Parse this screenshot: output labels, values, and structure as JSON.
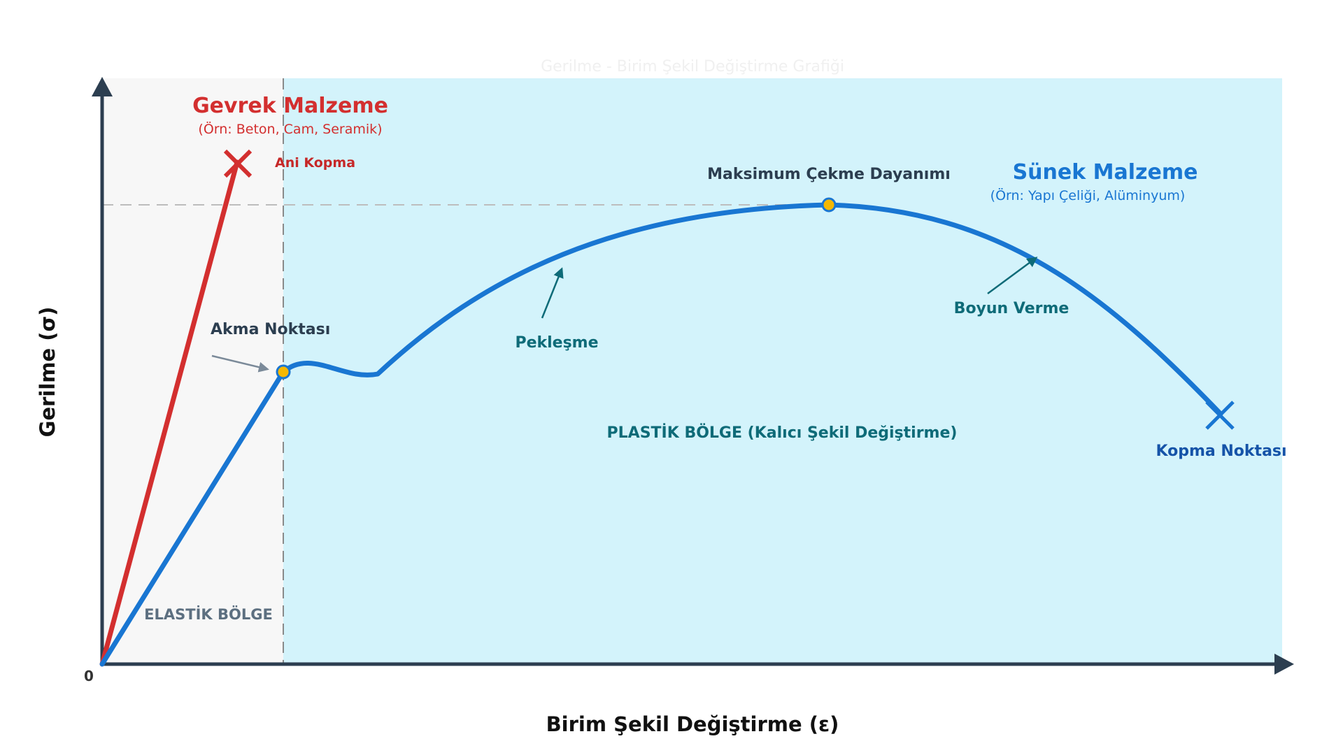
{
  "title": "Gerilme - Birim Şekil Değiştirme Grafiği",
  "axes": {
    "xlabel": "Birim Şekil Değiştirme (ε)",
    "ylabel": "Gerilme (σ)",
    "origin": "0"
  },
  "regions": {
    "elastic": "ELASTİK BÖLGE",
    "plastic": "PLASTİK BÖLGE (Kalıcı Şekil Değiştirme)"
  },
  "brittle": {
    "title": "Gevrek Malzeme",
    "subtitle": "(Örn: Beton, Cam, Seramik)",
    "fracture_label": "Ani Kopma"
  },
  "ductile": {
    "title": "Sünek Malzeme",
    "subtitle": "(Örn: Yapı Çeliği, Alüminyum)",
    "yield_label": "Akma Noktası",
    "uts_label": "Maksimum Çekme Dayanımı",
    "hardening_label": "Pekleşme",
    "necking_label": "Boyun Verme",
    "fracture_label": "Kopma Noktası"
  },
  "colors": {
    "ductile": "#1976d2",
    "brittle": "#d32f2f",
    "elastic_bg": "#f7f7f7",
    "plastic_bg": "#d3f3fb",
    "axis": "#2c3e50",
    "marker": "#f5b800",
    "annotation": "#0e6b78"
  }
}
